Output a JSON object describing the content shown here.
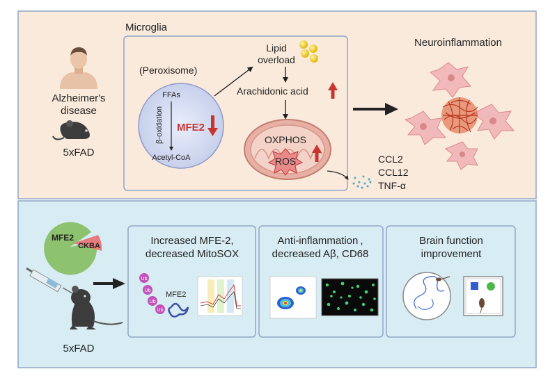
{
  "top_panel": {
    "disease_label_line1": "Alzheimer's",
    "disease_label_line2": "disease",
    "model_label": "5xFAD",
    "microglia_title": "Microglia",
    "peroxisome_label": "(Peroxisome)",
    "ffas_label": "FFAs",
    "beta_oxidation_label": "β-oxidation",
    "acetyl_coa_label": "Acetyl-CoA",
    "mfe2_label": "MFE2",
    "lipid_line1": "Lipid",
    "lipid_line2": "overload",
    "arachidonic_label": "Arachidonic acid",
    "oxphos_label": "OXPHOS",
    "ros_label": "ROS",
    "neuroinflammation_label": "Neuroinflammation",
    "cytokines": [
      "CCL2",
      "CCL12",
      "TNF-α"
    ]
  },
  "bottom_panel": {
    "pie_mfe2_label": "MFE2",
    "pie_ckba_label": "CKBA",
    "model_label": "5xFAD",
    "box1_line1": "Increased MFE-2,",
    "box1_line2": "decreased MitoSOX",
    "ub_label": "Ub",
    "box1_mfe2_label": "MFE2",
    "box2_line1": "Anti-inflammation ,",
    "box2_line2": "decreased Aβ, CD68",
    "box3_line1": "Brain function",
    "box3_line2": "improvement"
  },
  "colors": {
    "top_bg": "#faeadb",
    "bottom_bg": "#d8ecf3",
    "border": "#8fa6c8",
    "red_accent": "#c8342f",
    "mito_fill": "#e8b0a4",
    "ros_fill": "#e98a8a",
    "cell_fill": "#f2b9bb"
  }
}
